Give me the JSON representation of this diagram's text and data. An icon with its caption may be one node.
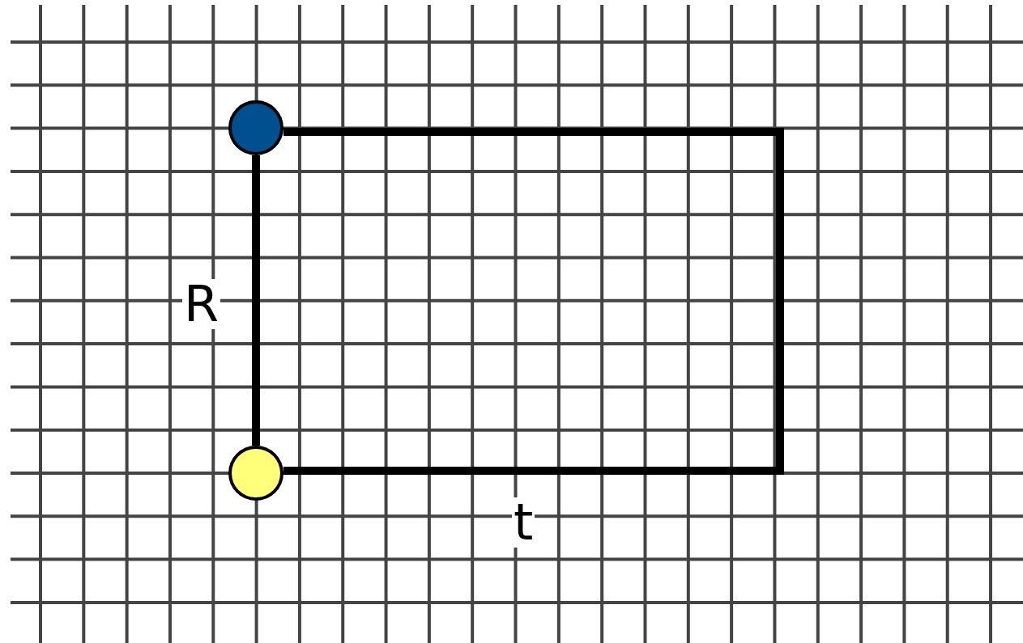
{
  "diagram": {
    "nodes": [
      {
        "text": [],
        "shape": "circle"
      },
      {
        "text": [],
        "shape": "circle"
      }
    ],
    "edges": [
      {
        "from": 0,
        "to": 1,
        "arrow": "none",
        "label": "R"
      },
      {
        "from": 1,
        "to": 0,
        "arrow": "none",
        "label": "t"
      }
    ]
  }
}
